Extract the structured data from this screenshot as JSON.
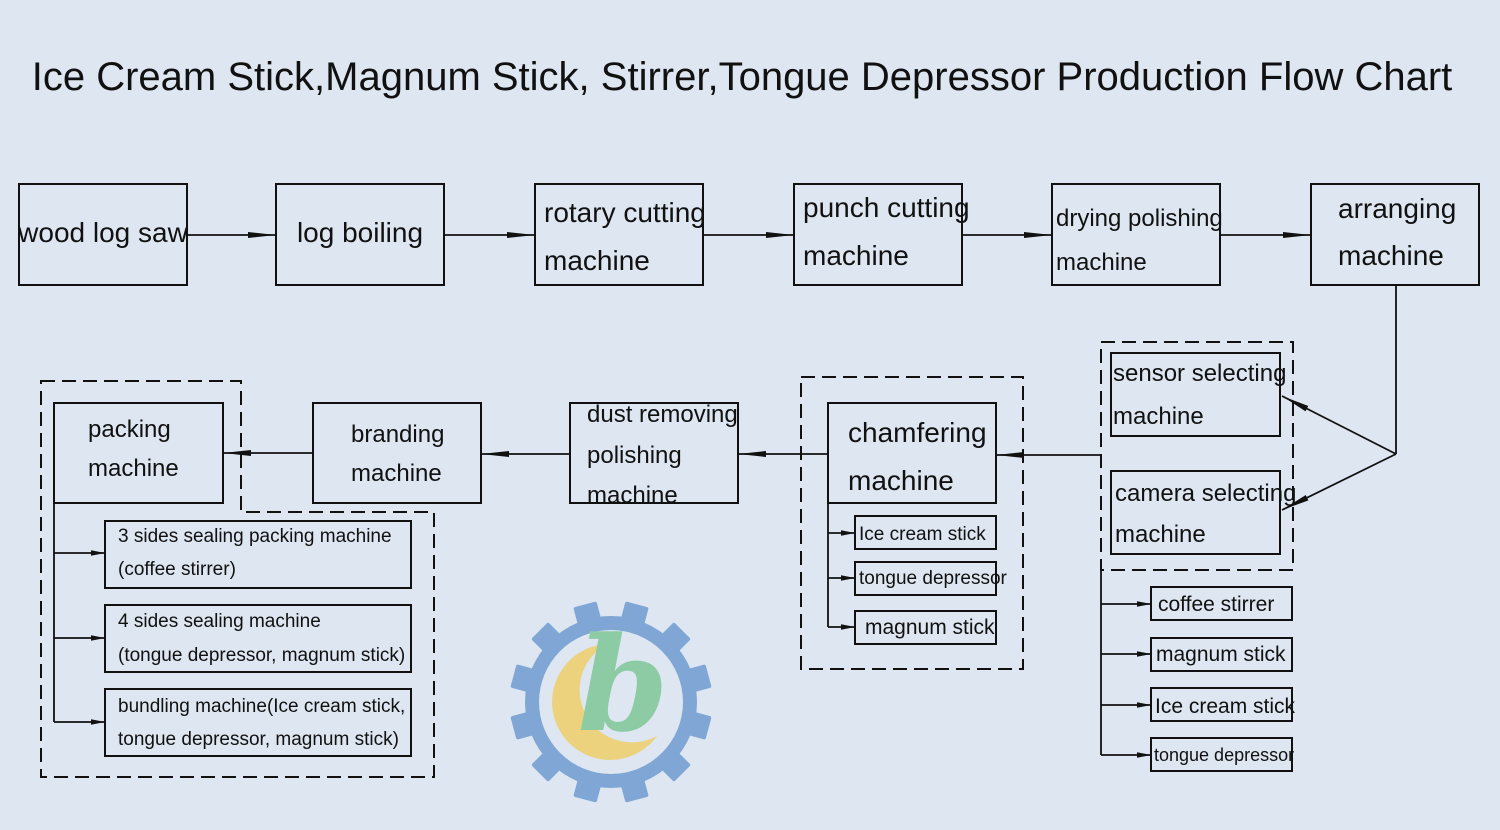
{
  "title": "Ice Cream Stick,Magnum Stick, Stirrer,Tongue Depressor Production Flow Chart",
  "nodes": {
    "wood_log_saw": "wood log saw",
    "log_boiling": "log boiling",
    "rotary_cutting": [
      "rotary cutting",
      "machine"
    ],
    "punch_cutting": [
      "punch cutting",
      "machine"
    ],
    "drying_polishing": [
      "drying polishing",
      "machine"
    ],
    "arranging": [
      "arranging",
      "machine"
    ],
    "sensor_selecting": [
      "sensor selecting",
      "machine"
    ],
    "camera_selecting": [
      "camera selecting",
      "machine"
    ],
    "chamfering": [
      "chamfering",
      "machine"
    ],
    "dust_removing": [
      "dust removing",
      "polishing",
      "machine"
    ],
    "branding": [
      "branding",
      "machine"
    ],
    "packing": [
      "packing",
      "machine"
    ]
  },
  "selecting_outputs": [
    "coffee stirrer",
    "magnum stick",
    "Ice cream stick",
    "tongue depressor"
  ],
  "chamfering_outputs": [
    "Ice cream stick",
    "tongue depressor",
    "magnum stick"
  ],
  "packing_outputs": [
    [
      "3 sides sealing packing machine",
      "(coffee stirrer)"
    ],
    [
      "4 sides sealing machine",
      "(tongue depressor, magnum stick)"
    ],
    [
      "bundling machine(Ice cream stick,",
      "tongue depressor, magnum stick)"
    ]
  ],
  "logo": {
    "gear_color": "#7fa6d4",
    "crescent_color": "#ecd27c",
    "letter": "b",
    "letter_color": "#8ccba4"
  }
}
